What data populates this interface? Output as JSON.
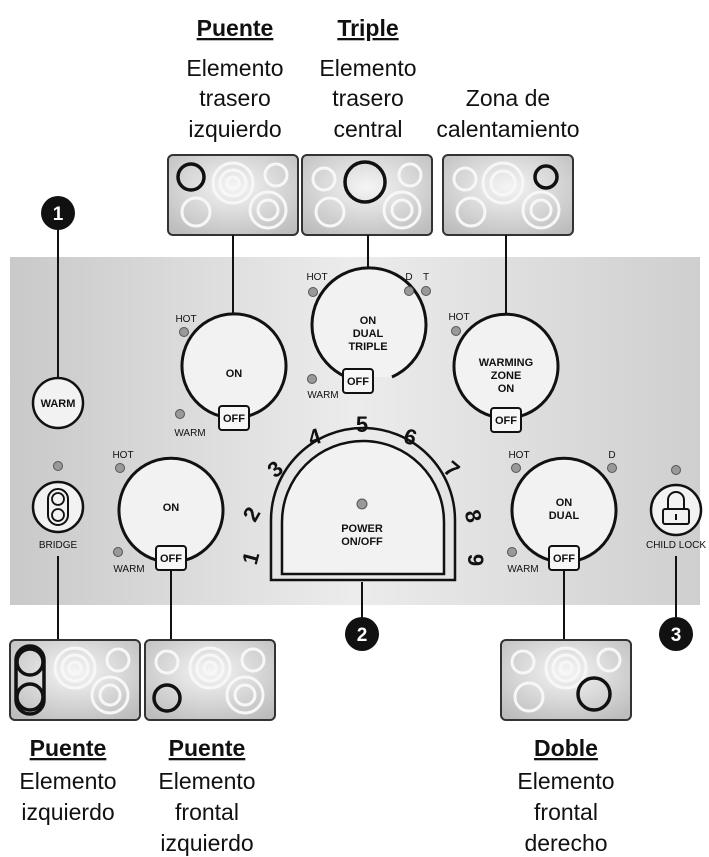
{
  "captions": {
    "rear_left": {
      "title": "Puente",
      "lines": [
        "Elemento",
        "trasero",
        "izquierdo"
      ]
    },
    "rear_center": {
      "title": "Triple",
      "lines": [
        "Elemento",
        "trasero",
        "central"
      ]
    },
    "warming": {
      "lines": [
        "Zona de",
        "calentamiento"
      ]
    },
    "left": {
      "title": "Puente",
      "lines": [
        "Elemento",
        "izquierdo"
      ]
    },
    "front_left": {
      "title": "Puente",
      "lines": [
        "Elemento",
        "frontal",
        "izquierdo"
      ]
    },
    "front_right": {
      "title": "Doble",
      "lines": [
        "Elemento",
        "frontal",
        "derecho"
      ]
    }
  },
  "controls": {
    "warm_button": "WARM",
    "bridge_label": "BRIDGE",
    "child_lock_label": "CHILD LOCK",
    "rear_left": {
      "hot": "HOT",
      "warm": "WARM",
      "on": "ON",
      "off": "OFF"
    },
    "rear_center": {
      "hot": "HOT",
      "d": "D",
      "t": "T",
      "warm": "WARM",
      "on_lines": [
        "ON",
        "DUAL",
        "TRIPLE"
      ],
      "off": "OFF"
    },
    "warming_zone": {
      "hot": "HOT",
      "on_lines": [
        "WARMING",
        "ZONE",
        "ON"
      ],
      "off": "OFF"
    },
    "front_left": {
      "hot": "HOT",
      "warm": "WARM",
      "on": "ON",
      "off": "OFF"
    },
    "front_right": {
      "hot": "HOT",
      "d": "D",
      "warm": "WARM",
      "on_lines": [
        "ON",
        "DUAL"
      ],
      "off": "OFF"
    },
    "power": {
      "lines": [
        "POWER",
        "ON/OFF"
      ]
    },
    "dial_numbers": [
      "1",
      "2",
      "3",
      "4",
      "5",
      "6",
      "7",
      "8",
      "9"
    ]
  },
  "callouts": [
    "1",
    "2",
    "3"
  ],
  "colors": {
    "panel": "#dcdcdc",
    "ink": "#111111",
    "cooktop": "#d2d2d2"
  }
}
